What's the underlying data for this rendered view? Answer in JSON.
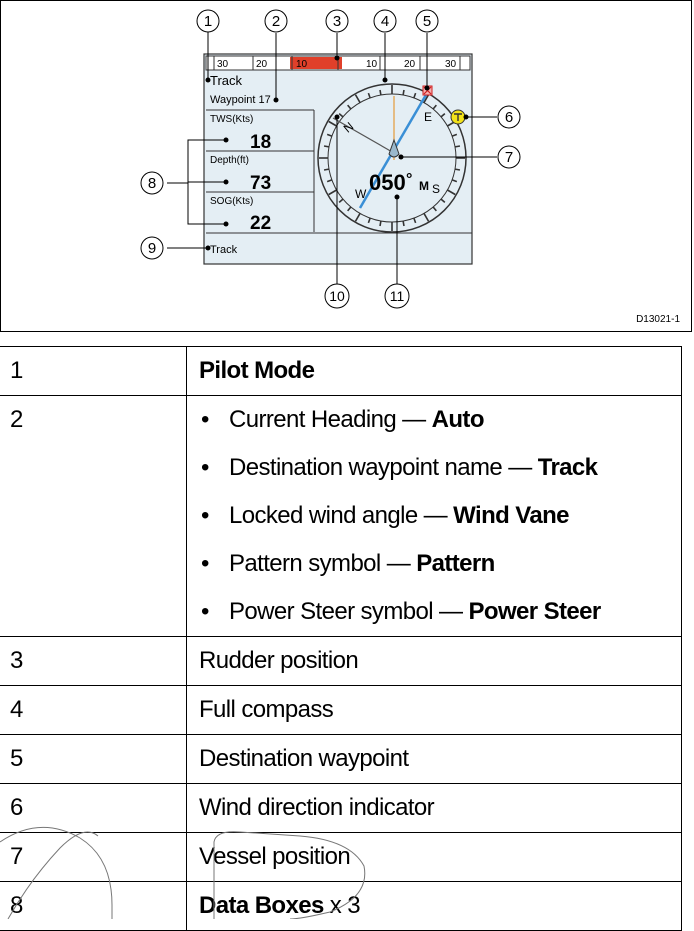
{
  "figure": {
    "id": "D13021-1",
    "callouts": [
      "1",
      "2",
      "3",
      "4",
      "5",
      "6",
      "7",
      "8",
      "9",
      "10",
      "11"
    ],
    "display": {
      "scale_left": [
        "30",
        "20",
        "10"
      ],
      "scale_right": [
        "10",
        "20",
        "30"
      ],
      "pilot_mode": "Track",
      "waypoint": "Waypoint 17",
      "data_boxes": [
        {
          "label": "TWS(Kts)",
          "value": "18"
        },
        {
          "label": "Depth(ft)",
          "value": "73"
        },
        {
          "label": "SOG(Kts)",
          "value": "22"
        }
      ],
      "status": "Track",
      "heading": "050",
      "heading_unit": "°",
      "heading_suffix": "M",
      "compass_labels": {
        "n": "N",
        "e": "E",
        "s": "S",
        "w": "W"
      }
    }
  },
  "legend": [
    {
      "num": "1",
      "parts": [
        {
          "t": "Pilot Mode",
          "b": true
        }
      ]
    },
    {
      "num": "2",
      "bullets": [
        [
          {
            "t": "Current Heading — ",
            "b": false
          },
          {
            "t": "Auto",
            "b": true
          }
        ],
        [
          {
            "t": "Destination waypoint name — ",
            "b": false
          },
          {
            "t": "Track",
            "b": true
          }
        ],
        [
          {
            "t": "Locked wind angle — ",
            "b": false
          },
          {
            "t": "Wind Vane",
            "b": true
          }
        ],
        [
          {
            "t": "Pattern symbol — ",
            "b": false
          },
          {
            "t": "Pattern",
            "b": true
          }
        ],
        [
          {
            "t": "Power Steer symbol — ",
            "b": false
          },
          {
            "t": "Power Steer",
            "b": true
          }
        ]
      ]
    },
    {
      "num": "3",
      "parts": [
        {
          "t": "Rudder position",
          "b": false
        }
      ]
    },
    {
      "num": "4",
      "parts": [
        {
          "t": "Full compass",
          "b": false
        }
      ]
    },
    {
      "num": "5",
      "parts": [
        {
          "t": "Destination waypoint",
          "b": false
        }
      ]
    },
    {
      "num": "6",
      "parts": [
        {
          "t": "Wind direction indicator",
          "b": false
        }
      ]
    },
    {
      "num": "7",
      "parts": [
        {
          "t": "Vessel position",
          "b": false
        }
      ]
    },
    {
      "num": "8",
      "parts": [
        {
          "t": "Data Boxes",
          "b": true
        },
        {
          "t": " x 3",
          "b": false
        }
      ]
    }
  ],
  "colors": {
    "screen_bg": "#e4eef4",
    "rudder_red": "#e0402a",
    "waypoint_line": "#e59a3a",
    "wind_yellow": "#f2e21a",
    "track_blue": "#3a8fd6"
  }
}
